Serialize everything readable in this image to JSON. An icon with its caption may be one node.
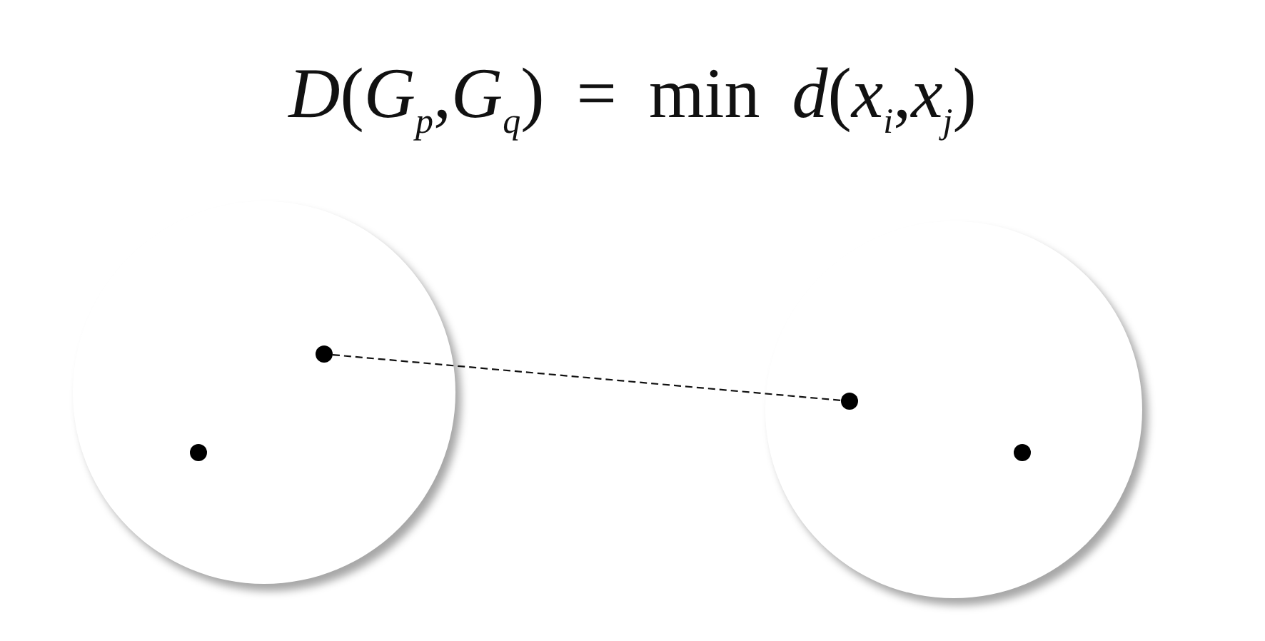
{
  "diagram": {
    "title": "*D*(*G*$_{p}$,*G*$_{q}$) = min *d*(*x*$_{i}$,*x*$_{j}$)",
    "nodes": [
      {
        "text": [],
        "shape": "circle"
      },
      {
        "text": [],
        "shape": "circle",
        "in": 0
      },
      {
        "text": [],
        "shape": "circle",
        "in": 0
      },
      {
        "text": [],
        "shape": "circle"
      },
      {
        "text": [],
        "shape": "circle",
        "in": 3
      },
      {
        "text": [],
        "shape": "circle",
        "in": 3
      }
    ],
    "edges": [
      {
        "from": 1,
        "to": 4,
        "arrow": "none",
        "style": "dashed"
      }
    ]
  }
}
